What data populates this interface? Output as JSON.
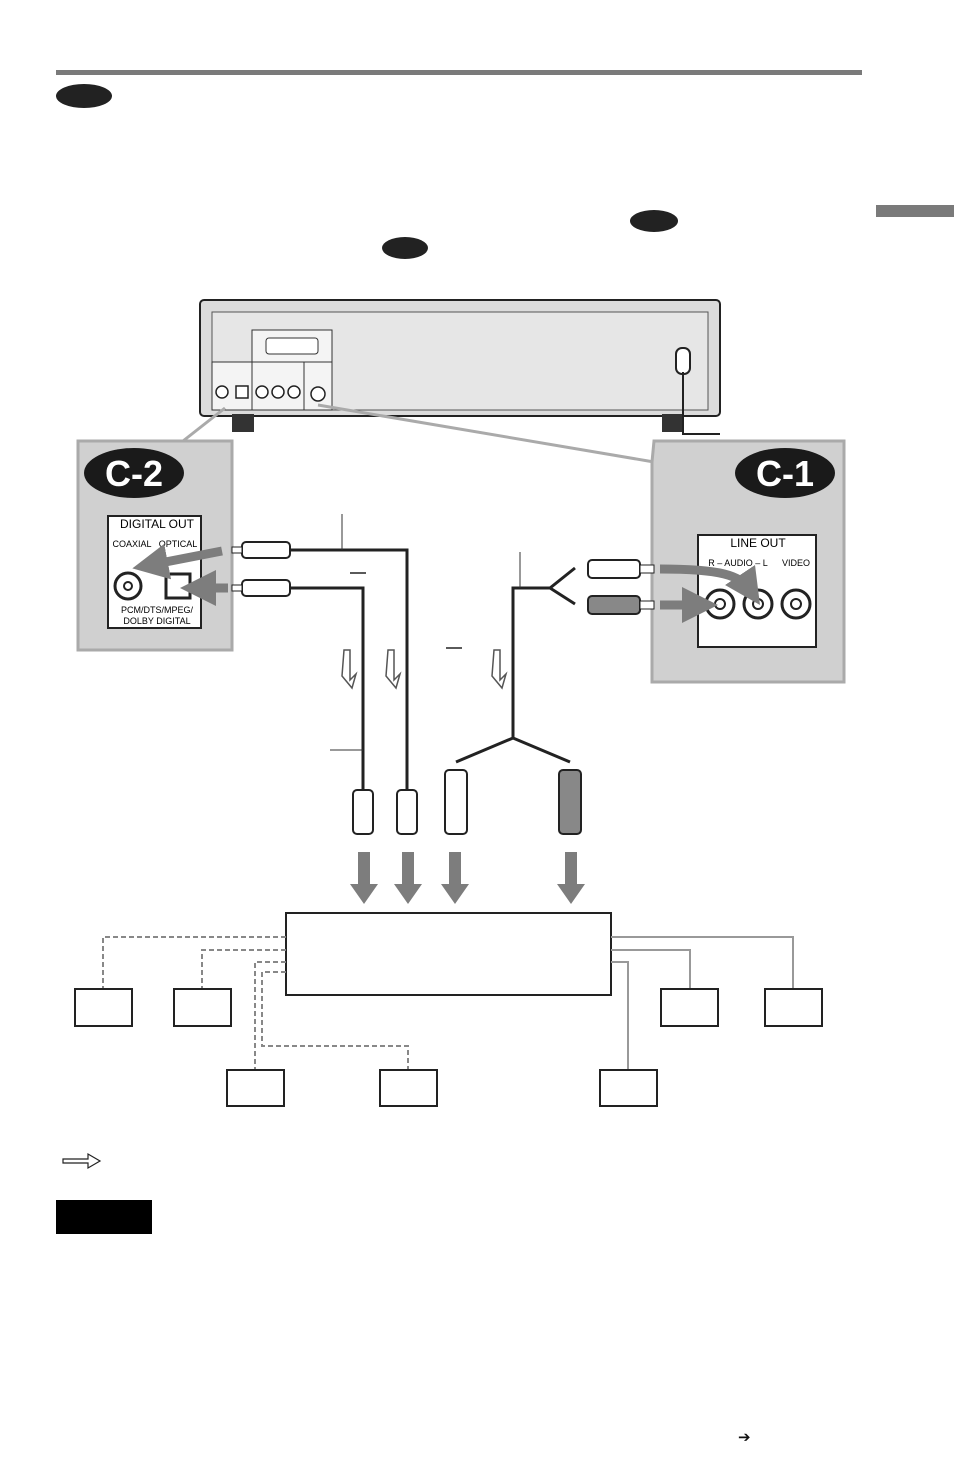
{
  "diagram": {
    "badges": {
      "c2": "C-2",
      "c1": "C-1"
    },
    "c2_panel": {
      "title": "DIGITAL OUT",
      "coaxial": "COAXIAL",
      "optical": "OPTICAL",
      "format_line1": "PCM/DTS/MPEG/",
      "format_line2": "DOLBY DIGITAL"
    },
    "c1_panel": {
      "title": "LINE OUT",
      "audio": "R – AUDIO – L",
      "video": "VIDEO"
    }
  },
  "colors": {
    "rule": "#7a7a7a",
    "panel": "#c8c8c8",
    "arrow": "#7d7d7d",
    "badge": "#1a1a1a"
  },
  "icons": [
    "play-arrow-icon",
    "continued-arrow-icon"
  ]
}
